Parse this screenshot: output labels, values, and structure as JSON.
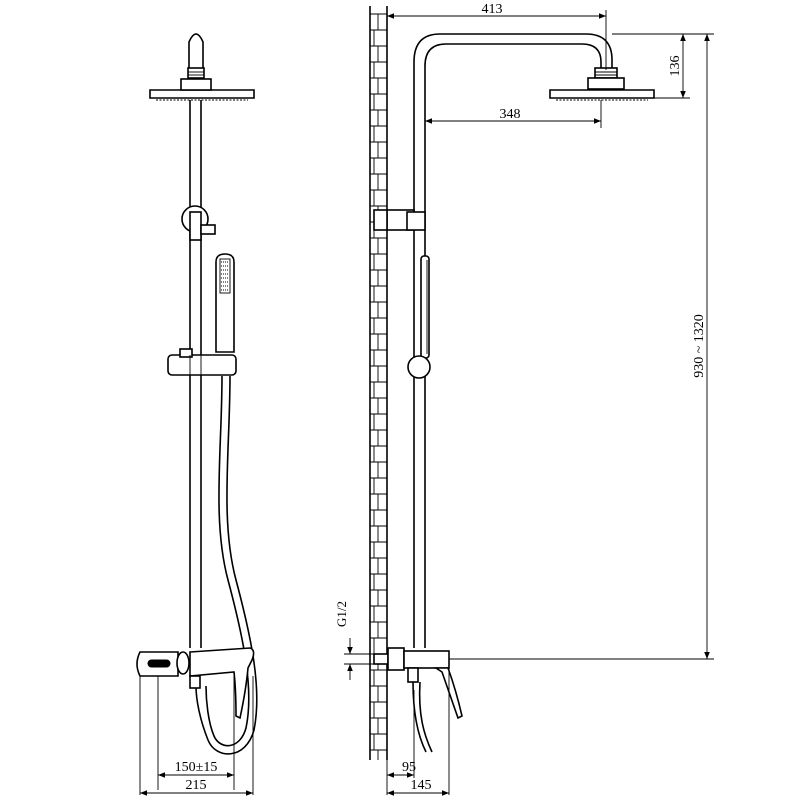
{
  "dimensions": {
    "head_reach": "413",
    "head_height": "136",
    "arm_offset": "348",
    "height_range": "930 ~ 1320",
    "thread": "G1/2",
    "wall_offset_1": "95",
    "wall_offset_2": "145",
    "inlet_spacing": "150±15",
    "mixer_width": "215"
  },
  "colors": {
    "line": "#000000",
    "background": "#ffffff"
  }
}
